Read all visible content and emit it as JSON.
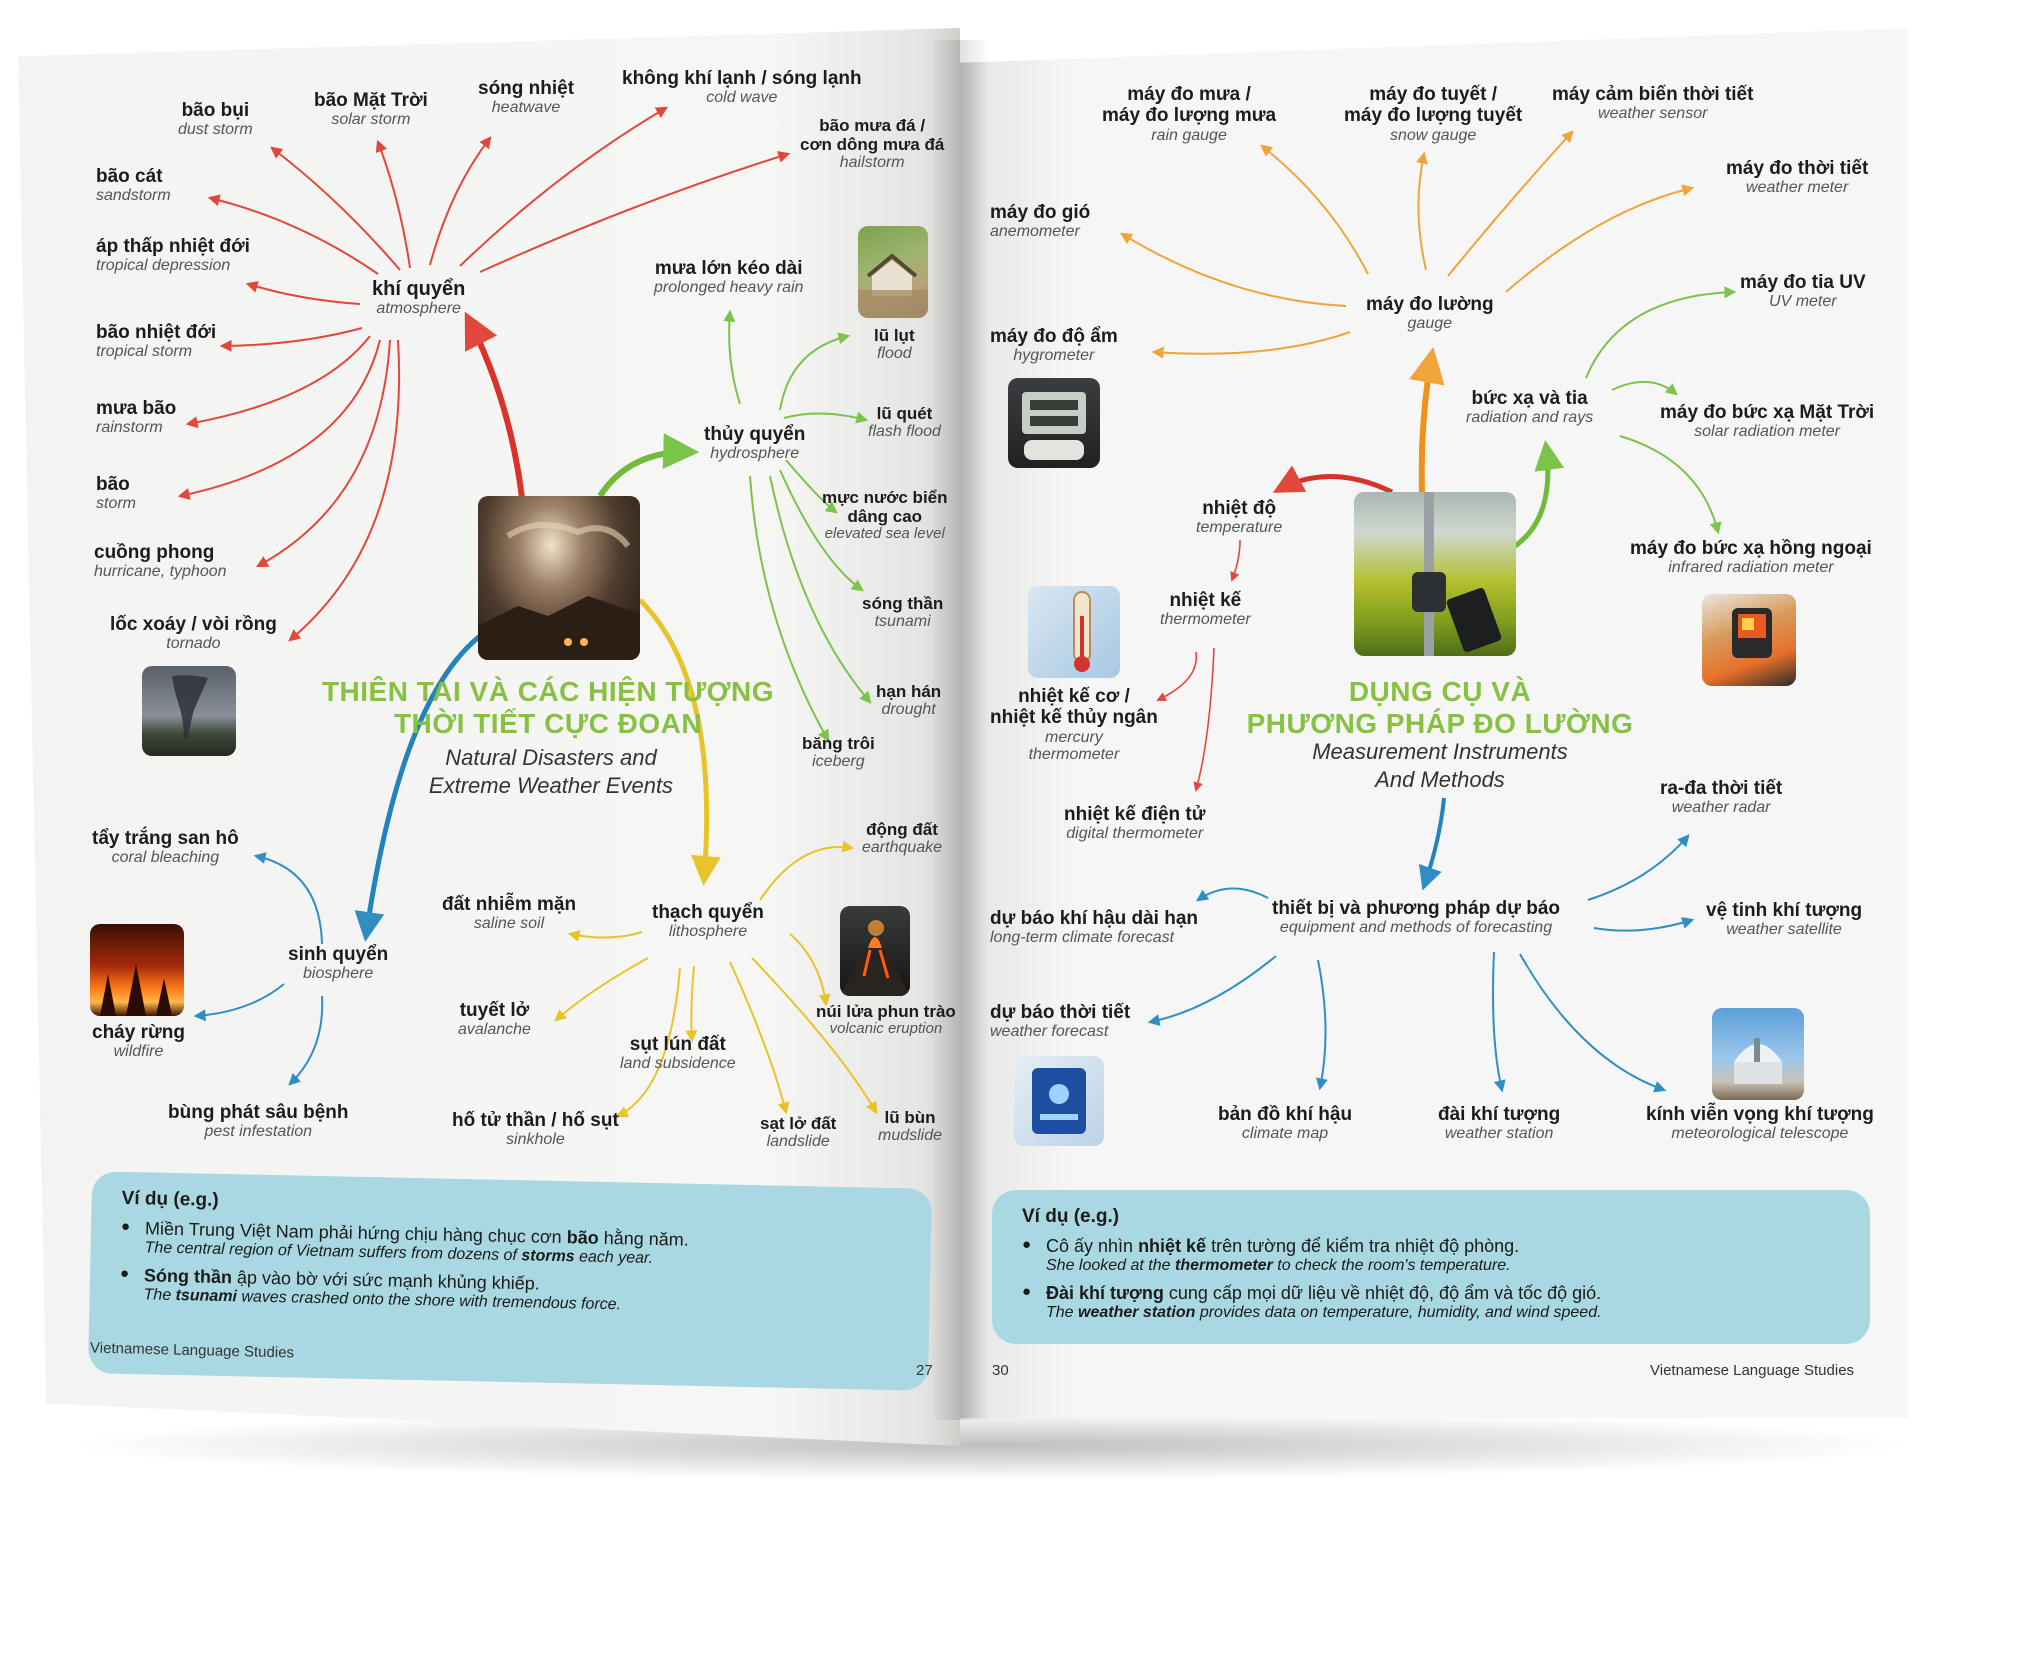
{
  "left": {
    "title_vn_1": "THIÊN TAI VÀ CÁC HIỆN TƯỢNG",
    "title_vn_2": "THỜI TIẾT CỰC ĐOAN",
    "title_en_1": "Natural Disasters and",
    "title_en_2": "Extreme Weather Events",
    "atmosphere": {
      "vn": "khí quyển",
      "en": "atmosphere"
    },
    "hydrosphere": {
      "vn": "thủy quyển",
      "en": "hydrosphere"
    },
    "lithosphere": {
      "vn": "thạch quyển",
      "en": "lithosphere"
    },
    "biosphere": {
      "vn": "sinh quyển",
      "en": "biosphere"
    },
    "atmo_items": {
      "dust_storm": {
        "vn": "bão bụi",
        "en": "dust storm"
      },
      "solar_storm": {
        "vn": "bão Mặt Trời",
        "en": "solar storm"
      },
      "heatwave": {
        "vn": "sóng nhiệt",
        "en": "heatwave"
      },
      "cold_wave": {
        "vn": "không khí lạnh / sóng lạnh",
        "en": "cold wave"
      },
      "hailstorm_1": "bão mưa đá /",
      "hailstorm_2": "cơn dông mưa đá",
      "hailstorm_en": "hailstorm",
      "sandstorm": {
        "vn": "bão cát",
        "en": "sandstorm"
      },
      "tropical_depression": {
        "vn": "áp thấp nhiệt đới",
        "en": "tropical depression"
      },
      "tropical_storm": {
        "vn": "bão nhiệt đới",
        "en": "tropical storm"
      },
      "rainstorm": {
        "vn": "mưa bão",
        "en": "rainstorm"
      },
      "storm": {
        "vn": "bão",
        "en": "storm"
      },
      "hurricane": {
        "vn": "cuồng phong",
        "en": "hurricane, typhoon"
      },
      "tornado": {
        "vn": "lốc xoáy / vòi rồng",
        "en": "tornado"
      }
    },
    "hydro_items": {
      "heavy_rain": {
        "vn": "mưa lớn kéo dài",
        "en": "prolonged heavy rain"
      },
      "flood": {
        "vn": "lũ lụt",
        "en": "flood"
      },
      "flash_flood": {
        "vn": "lũ quét",
        "en": "flash flood"
      },
      "sea_level_1": "mực nước biển",
      "sea_level_2": "dâng cao",
      "sea_level_en": "elevated sea level",
      "tsunami": {
        "vn": "sóng thần",
        "en": "tsunami"
      },
      "drought": {
        "vn": "hạn hán",
        "en": "drought"
      },
      "iceberg": {
        "vn": "băng trôi",
        "en": "iceberg"
      }
    },
    "litho_items": {
      "earthquake": {
        "vn": "động đất",
        "en": "earthquake"
      },
      "saline_soil": {
        "vn": "đất nhiễm mặn",
        "en": "saline soil"
      },
      "volcano": {
        "vn": "núi lửa phun trào",
        "en": "volcanic eruption"
      },
      "avalanche": {
        "vn": "tuyết lở",
        "en": "avalanche"
      },
      "subsidence": {
        "vn": "sụt lún đất",
        "en": "land subsidence"
      },
      "sinkhole": {
        "vn": "hố tử thần / hố sụt",
        "en": "sinkhole"
      },
      "landslide": {
        "vn": "sạt lở đất",
        "en": "landslide"
      },
      "mudslide": {
        "vn": "lũ bùn",
        "en": "mudslide"
      }
    },
    "bio_items": {
      "coral": {
        "vn": "tẩy trắng san hô",
        "en": "coral bleaching"
      },
      "wildfire": {
        "vn": "cháy rừng",
        "en": "wildfire"
      },
      "pest": {
        "vn": "bùng phát sâu bệnh",
        "en": "pest infestation"
      }
    },
    "example": {
      "title": "Ví dụ (e.g.)",
      "ex1_vn_a": "Miền Trung Việt Nam phải hứng chịu hàng chục cơn ",
      "ex1_vn_b": "bão",
      "ex1_vn_c": " hằng năm.",
      "ex1_en_a": "The central region of Vietnam suffers from dozens of ",
      "ex1_en_b": "storms",
      "ex1_en_c": " each year.",
      "ex2_vn_a": "Sóng thần",
      "ex2_vn_b": " ập vào bờ với sức mạnh khủng khiếp.",
      "ex2_en_a": "The ",
      "ex2_en_b": "tsunami",
      "ex2_en_c": " waves crashed onto the shore with tremendous force."
    },
    "footer_brand": "Vietnamese Language Studies",
    "page_number": "27"
  },
  "right": {
    "title_vn_1": "DỤNG CỤ VÀ",
    "title_vn_2": "PHƯƠNG PHÁP ĐO LƯỜNG",
    "title_en_1": "Measurement Instruments",
    "title_en_2": "And Methods",
    "gauge": {
      "vn": "máy đo lường",
      "en": "gauge"
    },
    "gauge_items": {
      "rain_gauge_1": "máy đo mưa /",
      "rain_gauge_2": "máy đo lượng mưa",
      "rain_gauge_en": "rain gauge",
      "snow_gauge_1": "máy đo tuyết /",
      "snow_gauge_2": "máy đo lượng tuyết",
      "snow_gauge_en": "snow gauge",
      "weather_sensor": {
        "vn": "máy cảm biến thời tiết",
        "en": "weather sensor"
      },
      "weather_meter": {
        "vn": "máy đo thời tiết",
        "en": "weather meter"
      },
      "anemometer": {
        "vn": "máy đo gió",
        "en": "anemometer"
      },
      "hygrometer": {
        "vn": "máy đo độ ẩm",
        "en": "hygrometer"
      }
    },
    "radiation": {
      "vn": "bức xạ và tia",
      "en": "radiation and rays"
    },
    "radiation_items": {
      "uv_meter": {
        "vn": "máy đo tia UV",
        "en": "UV meter"
      },
      "solar_meter": {
        "vn": "máy đo bức xạ Mặt Trời",
        "en": "solar radiation meter"
      },
      "infrared_meter": {
        "vn": "máy đo bức xạ hồng ngoại",
        "en": "infrared radiation meter"
      }
    },
    "temperature": {
      "vn": "nhiệt độ",
      "en": "temperature"
    },
    "thermometer": {
      "vn": "nhiệt kế",
      "en": "thermometer"
    },
    "thermo_items": {
      "mercury_1": "nhiệt kế cơ /",
      "mercury_2": "nhiệt kế thủy ngân",
      "mercury_en_1": "mercury",
      "mercury_en_2": "thermometer",
      "digital": {
        "vn": "nhiệt kế điện tử",
        "en": "digital thermometer"
      }
    },
    "forecast": {
      "vn": "thiết bị và phương pháp dự báo",
      "en": "equipment and methods of forecasting"
    },
    "forecast_items": {
      "radar": {
        "vn": "ra-đa thời tiết",
        "en": "weather radar"
      },
      "long_term": {
        "vn": "dự báo khí hậu dài hạn",
        "en": "long-term climate forecast"
      },
      "satellite": {
        "vn": "vệ tinh khí tượng",
        "en": "weather satellite"
      },
      "weather_forecast": {
        "vn": "dự báo thời tiết",
        "en": "weather forecast"
      },
      "climate_map": {
        "vn": "bản đồ khí hậu",
        "en": "climate map"
      },
      "weather_station": {
        "vn": "đài khí tượng",
        "en": "weather station"
      },
      "telescope": {
        "vn": "kính viễn vọng khí tượng",
        "en": "meteorological telescope"
      }
    },
    "example": {
      "title": "Ví dụ (e.g.)",
      "ex1_vn_a": "Cô ấy nhìn ",
      "ex1_vn_b": "nhiệt kế",
      "ex1_vn_c": " trên tường để kiểm tra nhiệt độ phòng.",
      "ex1_en_a": "She looked at the ",
      "ex1_en_b": "thermometer",
      "ex1_en_c": " to check the room's temperature.",
      "ex2_vn_a": "Đài khí tượng",
      "ex2_vn_b": " cung cấp mọi dữ liệu về nhiệt độ, độ ẩm và tốc độ gió.",
      "ex2_en_a": "The ",
      "ex2_en_b": "weather station",
      "ex2_en_c": " provides data on temperature, humidity, and wind speed."
    },
    "footer_brand": "Vietnamese Language Studies",
    "page_number": "30"
  },
  "colors": {
    "title_green": "#86c141",
    "atmosphere_red": "#e2473b",
    "hydrosphere_green": "#7cc34a",
    "lithosphere_yellow": "#e9c32a",
    "biosphere_blue": "#2f8fc2",
    "gauge_orange": "#f0a43a",
    "example_box": "#a9d8e2"
  }
}
